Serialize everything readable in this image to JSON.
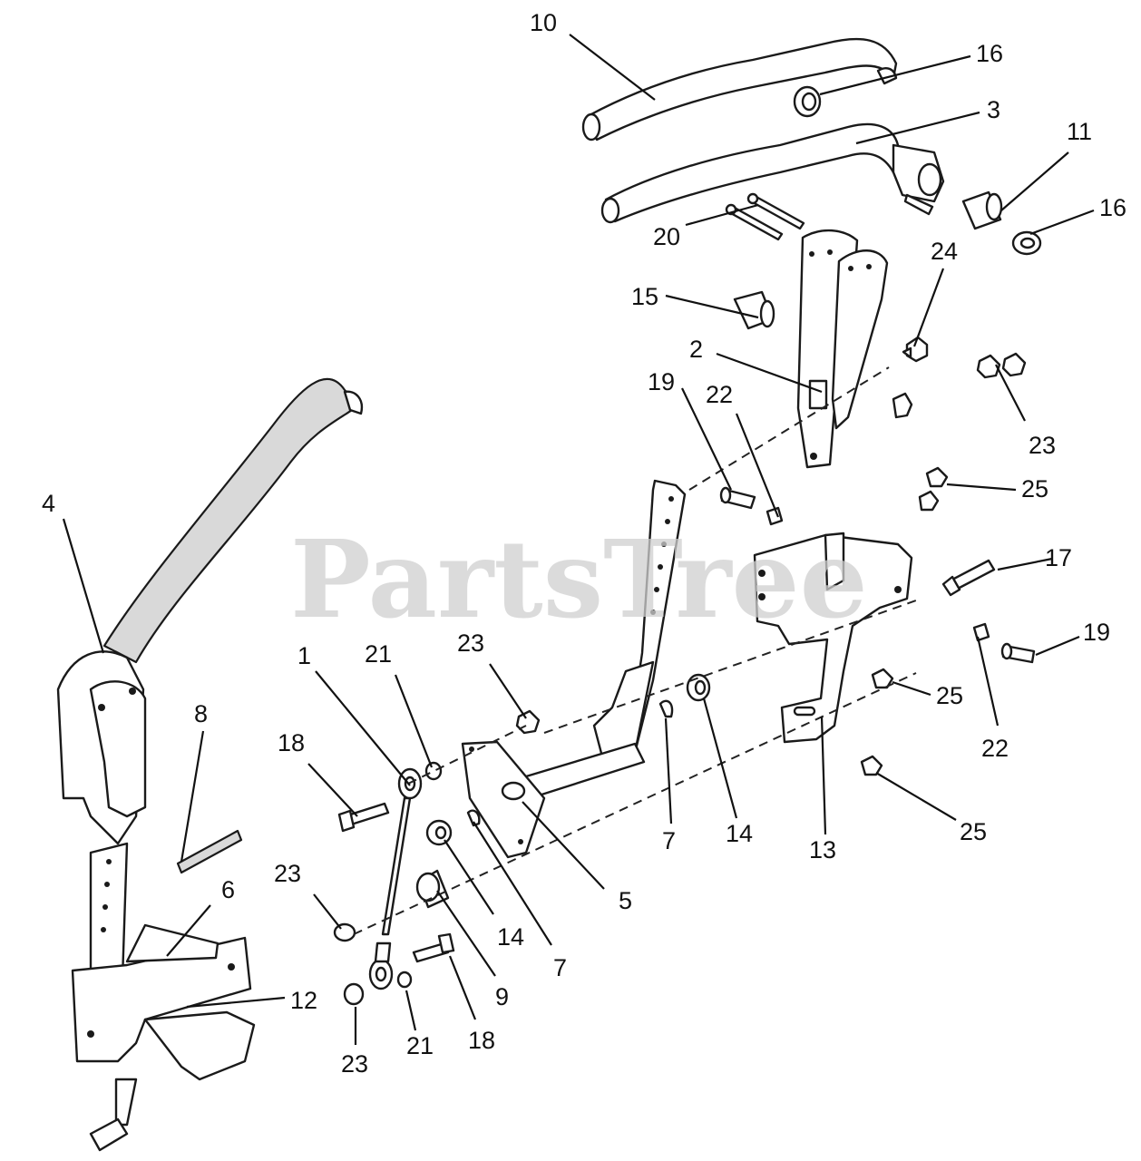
{
  "watermark": "PartsTree",
  "callouts": [
    "10",
    "16",
    "3",
    "11",
    "16",
    "20",
    "24",
    "15",
    "2",
    "19",
    "22",
    "23",
    "25",
    "4",
    "17",
    "19",
    "1",
    "21",
    "23",
    "8",
    "18",
    "25",
    "22",
    "7",
    "14",
    "13",
    "25",
    "5",
    "23",
    "6",
    "14",
    "7",
    "9",
    "12",
    "23",
    "21",
    "18"
  ],
  "icons": [
    "control-lever",
    "handle-grip",
    "linkage-rod",
    "bracket",
    "bolt",
    "nut",
    "bushing",
    "cotter-pin"
  ]
}
